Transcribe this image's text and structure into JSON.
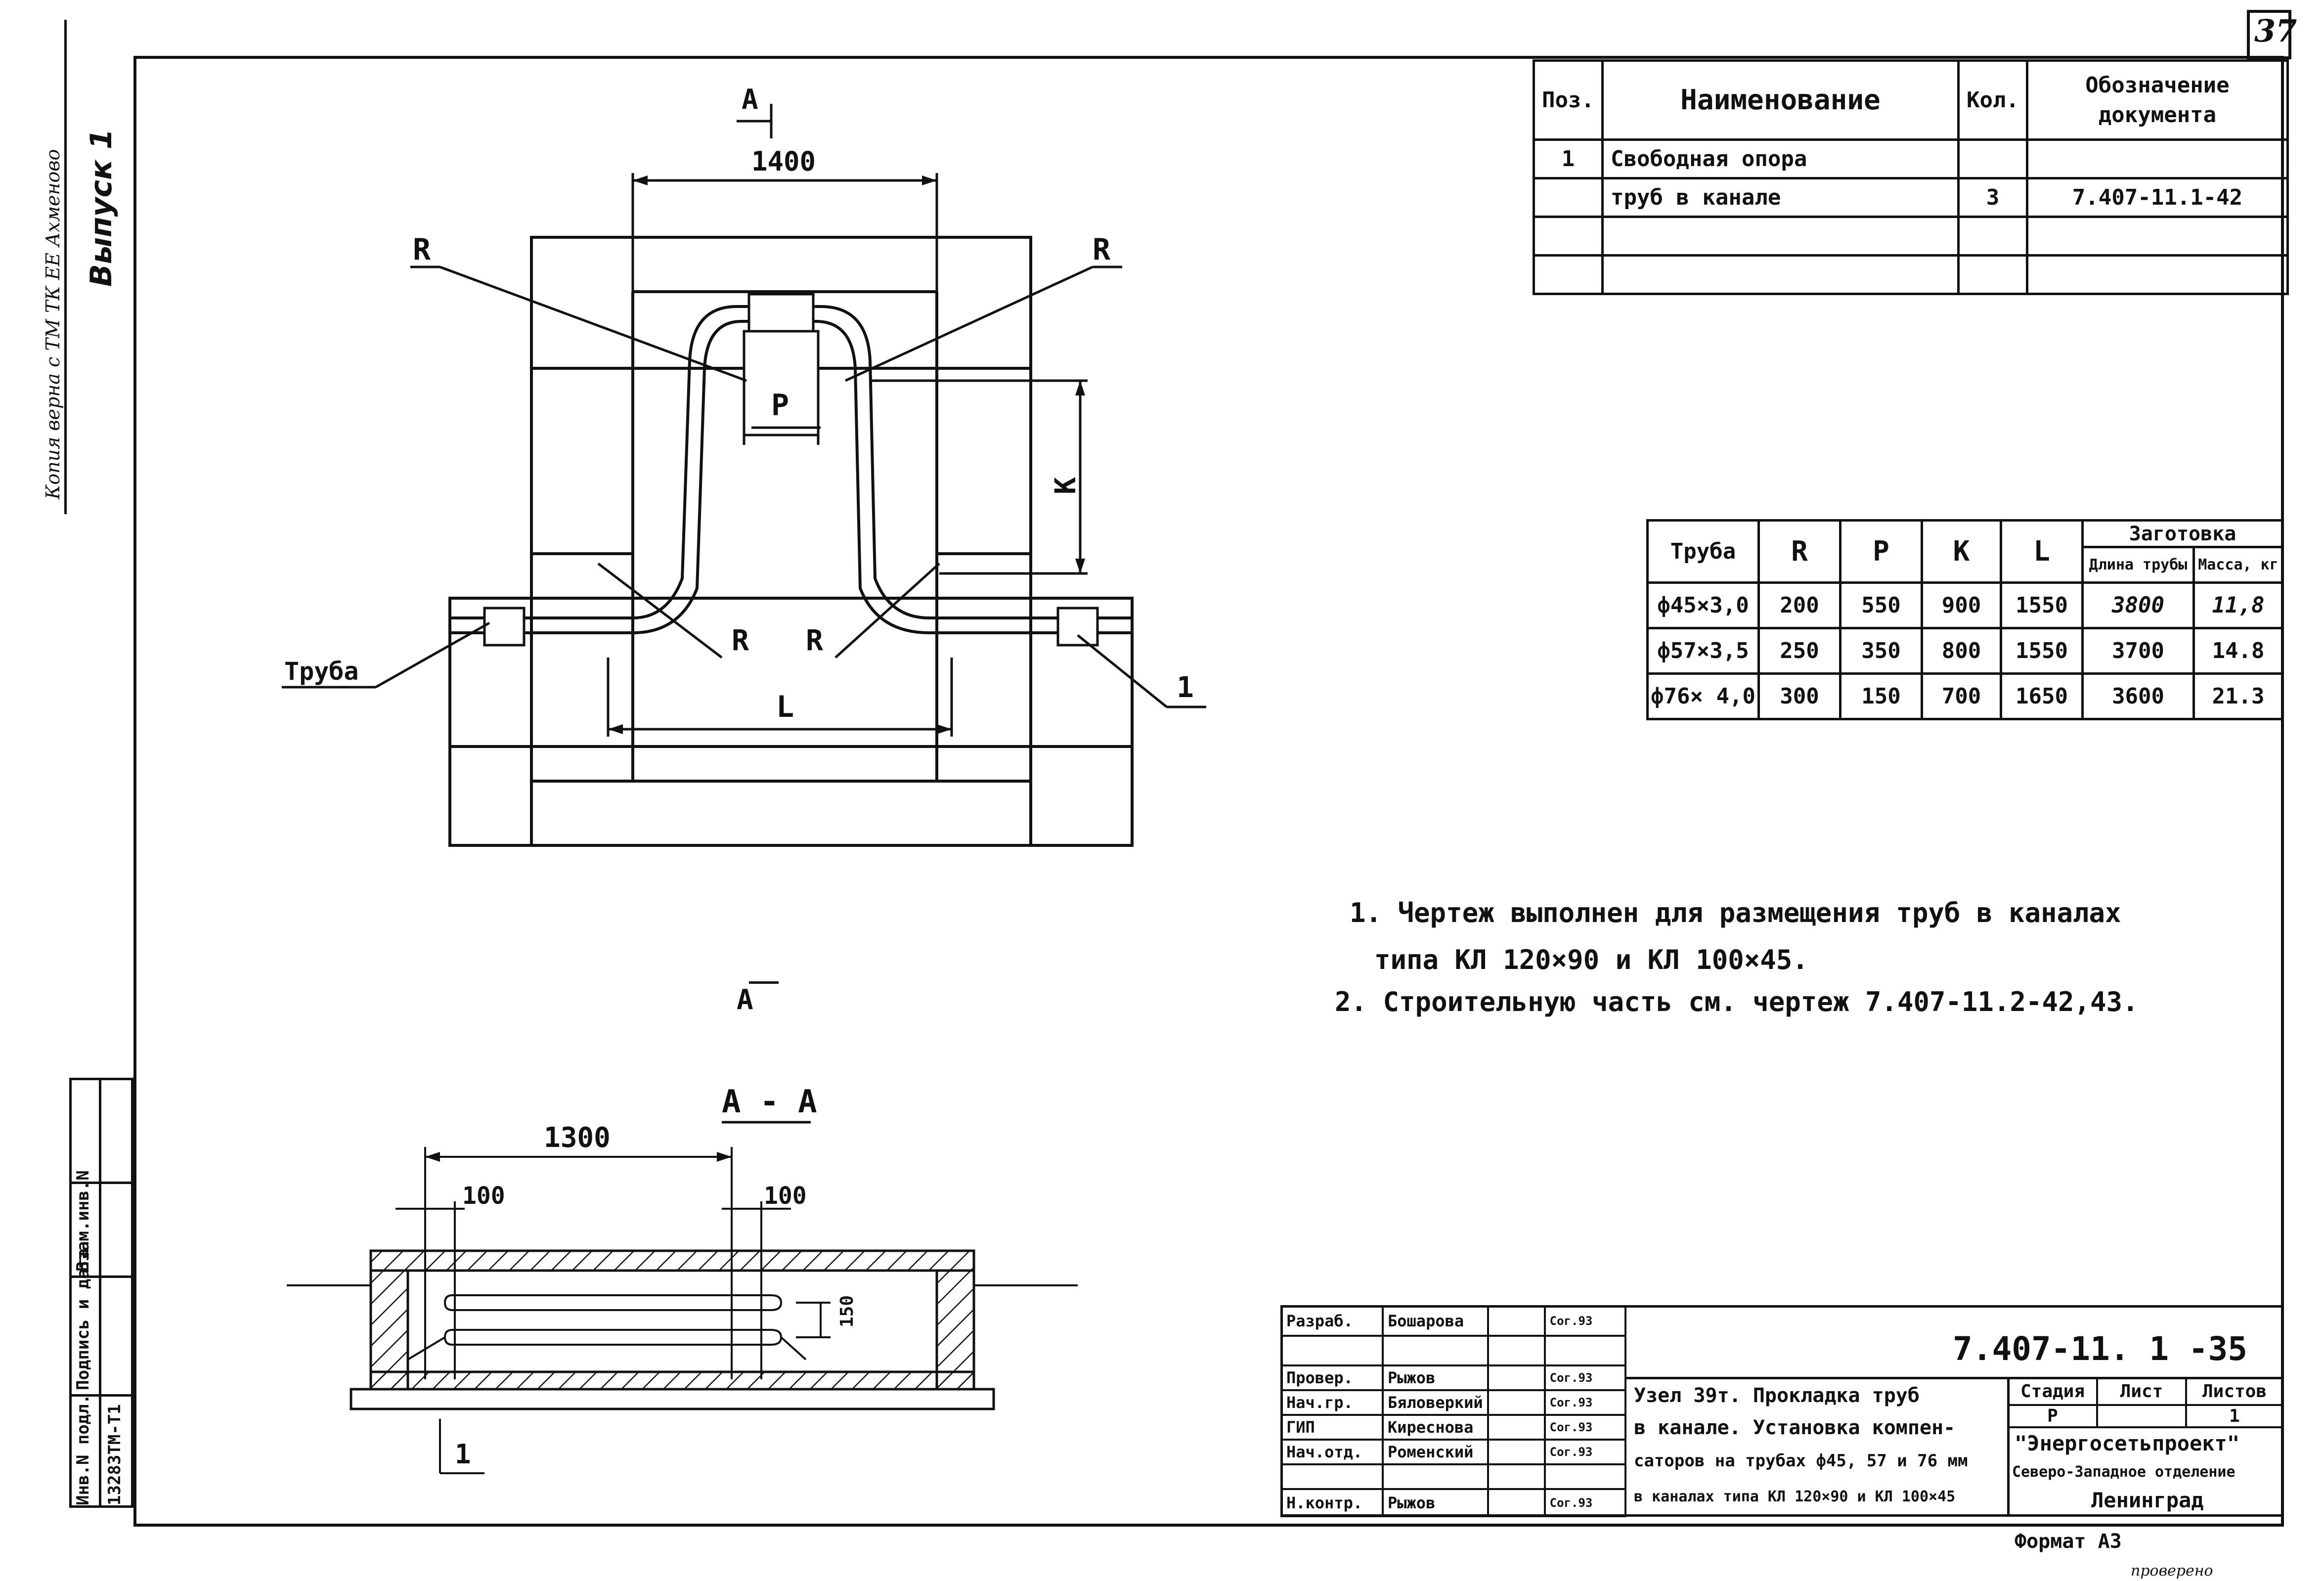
{
  "page_number": "37",
  "margin": {
    "vertical_text": "Выпуск 1",
    "handwritten_note": "Копия верна с ТМ ТК ЕЕ Ахменово"
  },
  "spec_table": {
    "headers": [
      "Поз.",
      "Наименование",
      "Кол.",
      "Обозначение документа"
    ],
    "rows": [
      [
        "1",
        "Свободная опора",
        "",
        ""
      ],
      [
        "",
        "труб в канале",
        "3",
        "7.407-11.1-42"
      ],
      [
        "",
        "",
        "",
        ""
      ],
      [
        "",
        "",
        "",
        ""
      ]
    ]
  },
  "dims_table": {
    "header_top": [
      "Труба",
      "R",
      "P",
      "K",
      "L",
      "Заготовка"
    ],
    "header_sub": [
      "Длина трубы",
      "Масса, кг"
    ],
    "rows": [
      [
        "ф45×3,0",
        "200",
        "550",
        "900",
        "1550",
        "3800",
        "11,8"
      ],
      [
        "ф57×3,5",
        "250",
        "350",
        "800",
        "1550",
        "3700",
        "14.8"
      ],
      [
        "ф76× 4,0",
        "300",
        "150",
        "700",
        "1650",
        "3600",
        "21.3"
      ]
    ]
  },
  "notes": [
    "1. Чертеж выполнен для размещения труб в каналах",
    "типа КЛ 120×90 и КЛ 100×45.",
    "2. Строительную часть см. чертеж 7.407-11.2-42,43."
  ],
  "drawing_plan": {
    "section_mark": "А",
    "dim_1400": "1400",
    "r_label": "R",
    "p_label": "P",
    "k_label": "K",
    "l_label": "L",
    "pipe_label": "Труба",
    "pos_label": "1"
  },
  "drawing_section": {
    "title": "А - А",
    "dim_1300": "1300",
    "dim_100": "100",
    "dim_150": "150",
    "pos_label": "1"
  },
  "stamp": {
    "code": "7.407-11. 1 -35",
    "roles": [
      [
        "Разраб.",
        "Бошарова",
        "Сог.93"
      ],
      [
        "Провер.",
        "Рыжов",
        "Сог.93"
      ],
      [
        "Нач.гр.",
        "Бяловеркий",
        "Сог.93"
      ],
      [
        "ГИП",
        "Киреснова",
        "Сог.93"
      ],
      [
        "Нач.отд.",
        "Роменский",
        "Сог.93"
      ],
      [
        "Н.контр.",
        "Рыжов",
        "Сог.93"
      ]
    ],
    "title_lines": [
      "Узел 39т. Прокладка труб",
      "в канале. Установка компен-",
      "саторов на трубах ф45, 57 и 76 мм",
      "в каналах типа КЛ 120×90 и КЛ 100×45"
    ],
    "stage_headers": [
      "Стадия",
      "Лист",
      "Листов"
    ],
    "stage_values": [
      "Р",
      "",
      "1"
    ],
    "org_lines": [
      "\"Энергосетьпроект\"",
      "Северо-Западное отделение",
      "Ленинград"
    ]
  },
  "left_stamp": {
    "headers": [
      "Инв.N подл.",
      "Подпись и дата",
      "Взам.инв.N"
    ],
    "inv_value": "13283ТМ-Т1"
  },
  "format_label": "Формат А3",
  "corner_mark": "проверено"
}
